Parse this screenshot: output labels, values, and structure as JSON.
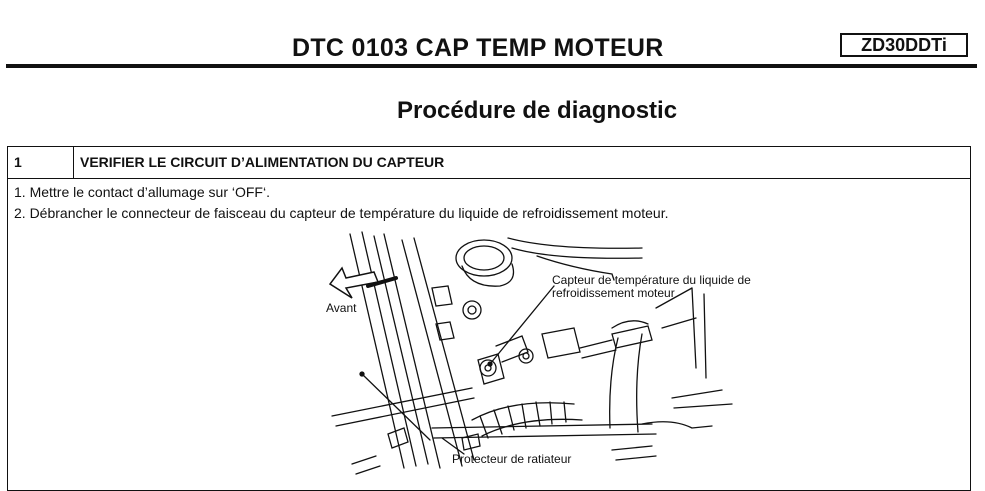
{
  "header": {
    "title": "DTC 0103 CAP TEMP MOTEUR",
    "model": "ZD30DDTi"
  },
  "section_title": "Procédure de diagnostic",
  "step": {
    "number": "1",
    "heading": "VERIFIER LE CIRCUIT D’ALIMENTATION DU CAPTEUR",
    "instructions": [
      "1. Mettre le contact d’allumage sur ‘OFF‘.",
      "2. Débrancher le connecteur de faisceau du capteur de température du liquide de refroidissement moteur."
    ]
  },
  "figure": {
    "callouts": {
      "sensor_line1": "Capteur de température du liquide de",
      "sensor_line2": "refroidissement moteur",
      "front": "Avant",
      "protector": "Protecteur de ratiateur"
    }
  }
}
